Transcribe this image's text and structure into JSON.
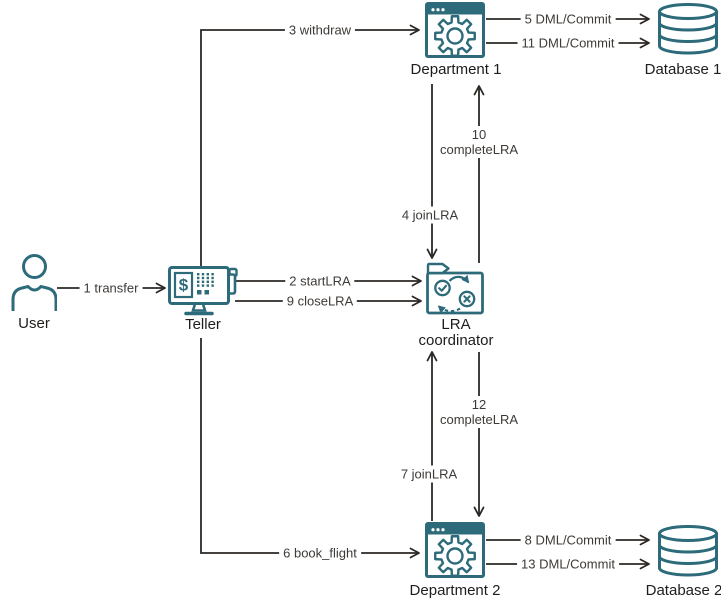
{
  "colors": {
    "icon_teal": "#2d6b7b",
    "wire_dark": "#2b2825",
    "edge_label_text": "#3e3a36",
    "node_label_text": "#1f1d1b",
    "background": "#ffffff"
  },
  "nodes": {
    "user": {
      "label": "User"
    },
    "teller": {
      "label": "Teller",
      "icon_currency": "$"
    },
    "lra_coordinator": {
      "label_line1": "LRA",
      "label_line2": "coordinator"
    },
    "department1": {
      "label": "Department 1"
    },
    "department2": {
      "label": "Department 2"
    },
    "database1": {
      "label": "Database 1"
    },
    "database2": {
      "label": "Database 2"
    }
  },
  "edges": {
    "transfer": {
      "label": "1 transfer"
    },
    "start_lra": {
      "label": "2 startLRA"
    },
    "withdraw": {
      "label": "3 withdraw"
    },
    "join_lra_1": {
      "label": "4 joinLRA"
    },
    "dml_commit_5": {
      "label": "5 DML/Commit"
    },
    "book_flight": {
      "label": "6 book_flight"
    },
    "join_lra_2": {
      "label": "7 joinLRA"
    },
    "dml_commit_8": {
      "label": "8 DML/Commit"
    },
    "close_lra": {
      "label": "9 closeLRA"
    },
    "complete_lra_1": {
      "number": "10",
      "label": "completeLRA"
    },
    "dml_commit_11": {
      "label": "11 DML/Commit"
    },
    "complete_lra_2": {
      "number": "12",
      "label": "completeLRA"
    },
    "dml_commit_13": {
      "label": "13 DML/Commit"
    }
  }
}
